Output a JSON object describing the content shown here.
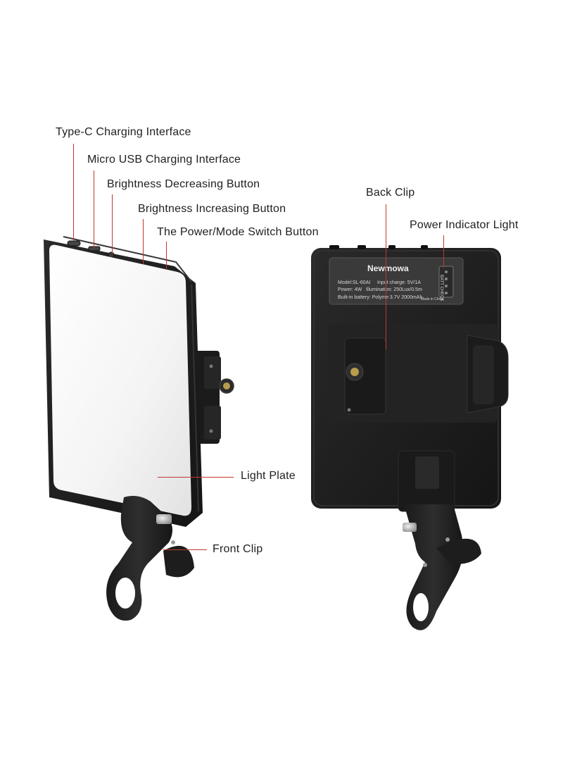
{
  "callouts": {
    "type_c": "Type-C Charging Interface",
    "micro_usb": "Micro USB Charging Interface",
    "brightness_down": "Brightness Decreasing Button",
    "brightness_up": "Brightness Increasing Button",
    "power_mode": "The Power/Mode Switch Button",
    "light_plate": "Light Plate",
    "front_clip": "Front Clip",
    "back_clip": "Back Clip",
    "power_indicator": "Power Indicator Light"
  },
  "back_label": {
    "brand": "Newmowa",
    "model": "Model:SL-60AI",
    "input": "Input charge: 5V/1A",
    "power": "Power: 4W",
    "illumination": "Illumination: 250Lux/0.5m",
    "battery": "Built-in battery: Polyme 3.7V 2000mAh",
    "batt_check": "BATT CHECK",
    "made_in": "Made in China"
  },
  "colors": {
    "leader": "#c0392b",
    "body": "#1c1c1c",
    "plate": "#f2f2f2"
  }
}
